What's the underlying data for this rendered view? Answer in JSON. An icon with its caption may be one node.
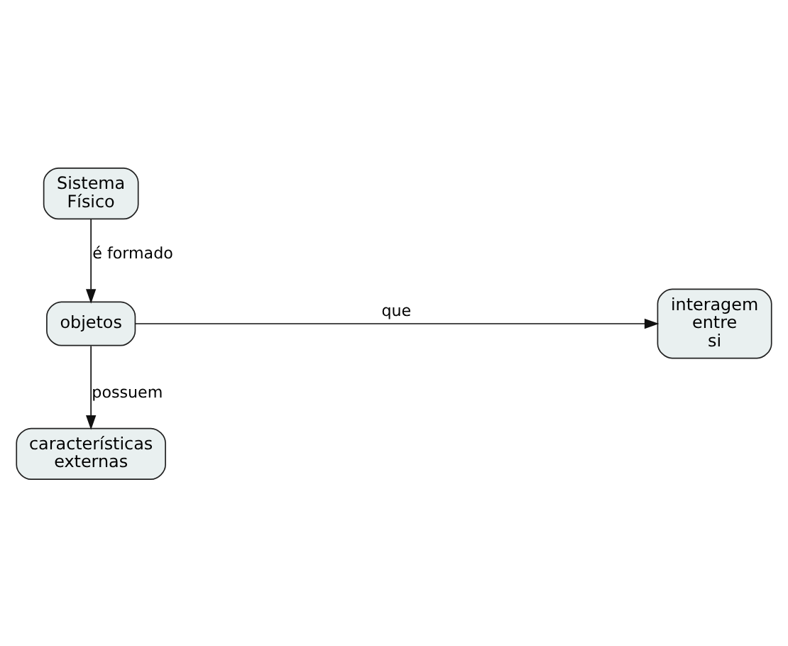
{
  "diagram": {
    "nodes": [
      {
        "text": [
          "Sistema Físico"
        ]
      },
      {
        "text": [
          "objetos"
        ]
      },
      {
        "text": [
          "interagem entre si"
        ]
      },
      {
        "text": [
          "características externas"
        ]
      }
    ],
    "edges": [
      {
        "from": 0,
        "to": 1,
        "arrow": "to",
        "label": "é formado"
      },
      {
        "from": 1,
        "to": 2,
        "arrow": "to",
        "label": "que"
      },
      {
        "from": 1,
        "to": 3,
        "arrow": "to",
        "label": "possuem"
      }
    ]
  }
}
